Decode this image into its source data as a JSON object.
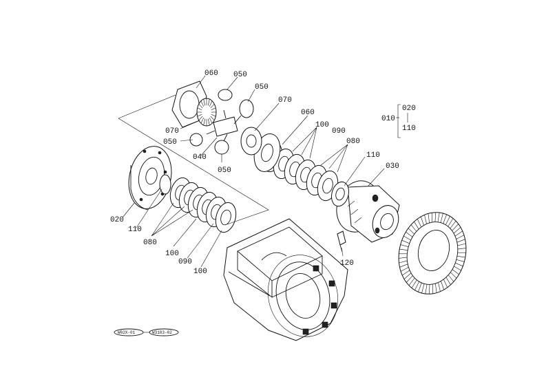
{
  "callouts": {
    "c010": "010",
    "c020_legend": "020",
    "c110_legend": "110",
    "c060_top": "060",
    "c050_top": "050",
    "c050_right": "050",
    "c070_right": "070",
    "c060_right": "060",
    "c100_right": "100",
    "c090_right": "090",
    "c080_right": "080",
    "c110_right": "110",
    "c030": "030",
    "c070_left": "070",
    "c050_left": "050",
    "c040": "040",
    "c050_bottom": "050",
    "c020": "020",
    "c110_left": "110",
    "c080_left": "080",
    "c100_left": "100",
    "c090_left": "090",
    "c100_bottom": "100",
    "c120": "120"
  },
  "references": {
    "ref1": "W02X-01",
    "ref2": "W3183-02"
  }
}
